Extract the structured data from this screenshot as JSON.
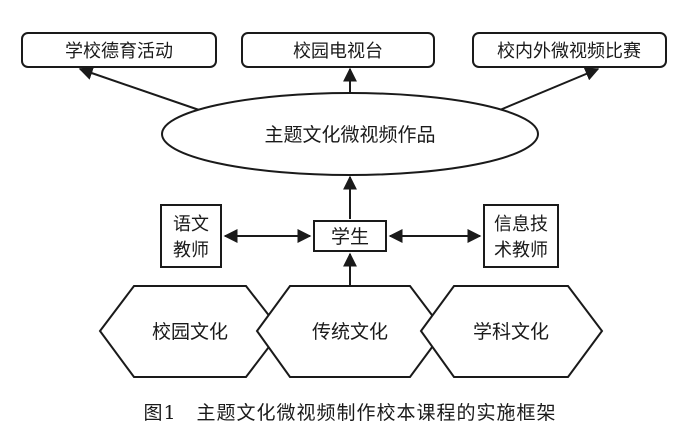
{
  "outputs": {
    "moral_activities": "学校德育活动",
    "campus_tv": "校园电视台",
    "competitions": "校内外微视频比赛"
  },
  "works": "主题文化微视频作品",
  "student": "学生",
  "chinese_teacher": [
    "语文",
    "教师"
  ],
  "it_teacher": [
    "信息技",
    "术教师"
  ],
  "cultures": {
    "campus": "校园文化",
    "traditional": "传统文化",
    "subject": "学科文化"
  },
  "caption": "图1　主题文化微视频制作校本课程的实施框架",
  "colors": {
    "stroke": "#1a1a1a",
    "fill": "#ffffff"
  }
}
